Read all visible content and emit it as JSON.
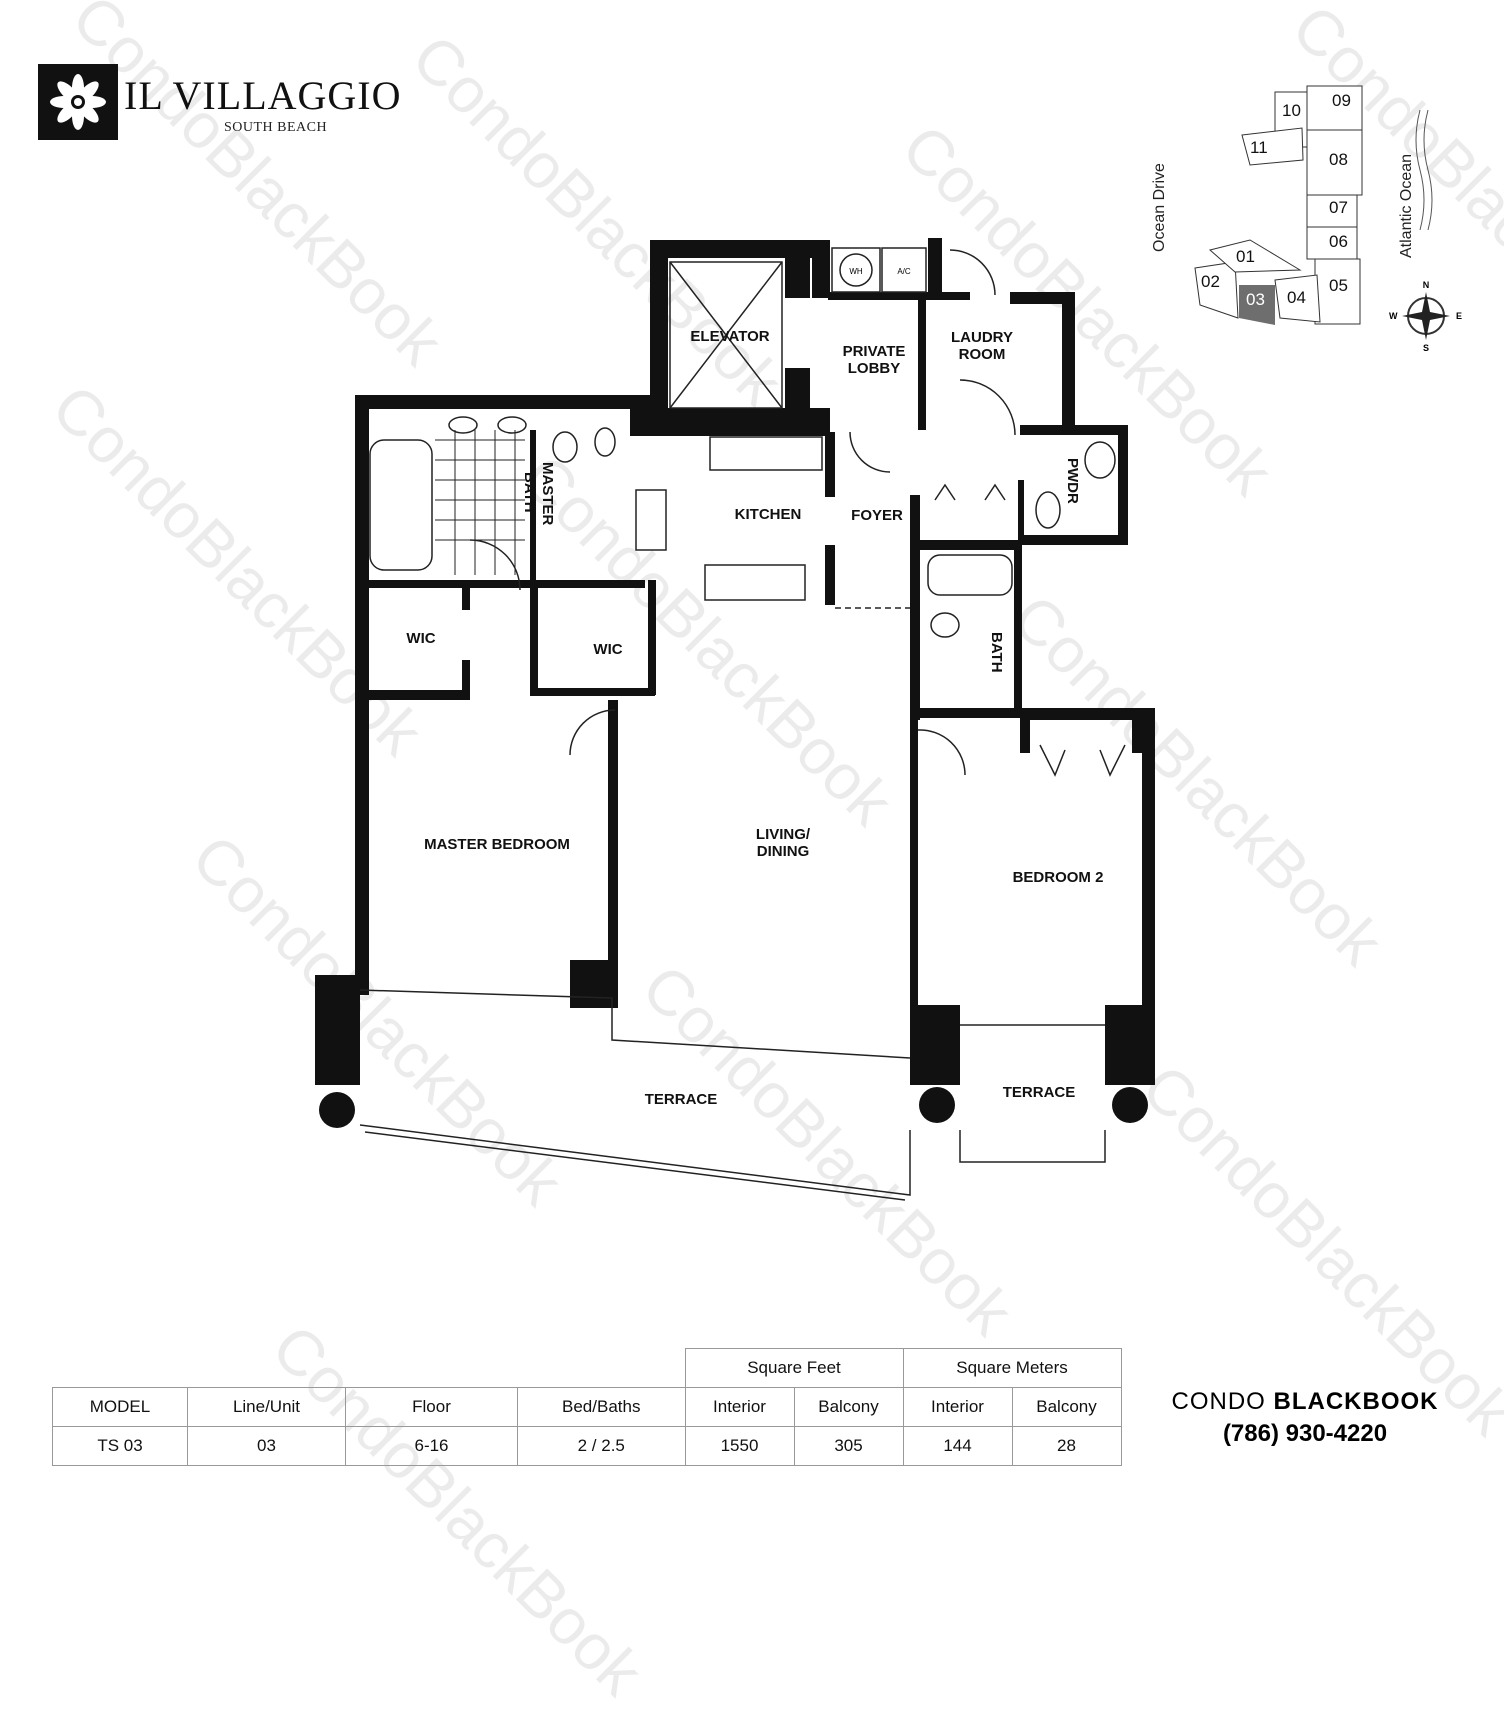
{
  "header": {
    "brand": "IL VILLAGGIO",
    "brand_sub": "SOUTH BEACH"
  },
  "watermark": "CondoBlackBook",
  "rooms": {
    "elevator": "ELEVATOR",
    "private_lobby_1": "PRIVATE",
    "private_lobby_2": "LOBBY",
    "laundry_1": "LAUDRY",
    "laundry_2": "ROOM",
    "master_bath_1": "MASTER",
    "master_bath_2": "BATH",
    "kitchen": "KITCHEN",
    "foyer": "FOYER",
    "pwdr": "PWDR",
    "wic_1": "WIC",
    "wic_2": "WIC",
    "bath": "BATH",
    "master_bedroom": "MASTER BEDROOM",
    "living_1": "LIVING/",
    "living_2": "DINING",
    "bedroom_2": "BEDROOM 2",
    "terrace_1": "TERRACE",
    "terrace_2": "TERRACE",
    "wh": "WH",
    "ac": "A/C"
  },
  "keyplan": {
    "units": [
      "01",
      "02",
      "03",
      "04",
      "05",
      "06",
      "07",
      "08",
      "09",
      "10",
      "11"
    ],
    "highlighted_unit": "03",
    "highlight_color": "#6e6e6e",
    "street_label": "Ocean Drive",
    "ocean_label": "Atlantic Ocean",
    "compass": {
      "n": "N",
      "s": "S",
      "e": "E",
      "w": "W"
    }
  },
  "spec_table": {
    "group_headers": [
      "Square Feet",
      "Square Meters"
    ],
    "headers": [
      "MODEL",
      "Line/Unit",
      "Floor",
      "Bed/Baths",
      "Interior",
      "Balcony",
      "Interior",
      "Balcony"
    ],
    "row": [
      "TS 03",
      "03",
      "6-16",
      "2 / 2.5",
      "1550",
      "305",
      "144",
      "28"
    ]
  },
  "contact": {
    "name_light": "CONDO ",
    "name_bold": "BLACKBOOK",
    "phone": "(786) 930-4220"
  }
}
